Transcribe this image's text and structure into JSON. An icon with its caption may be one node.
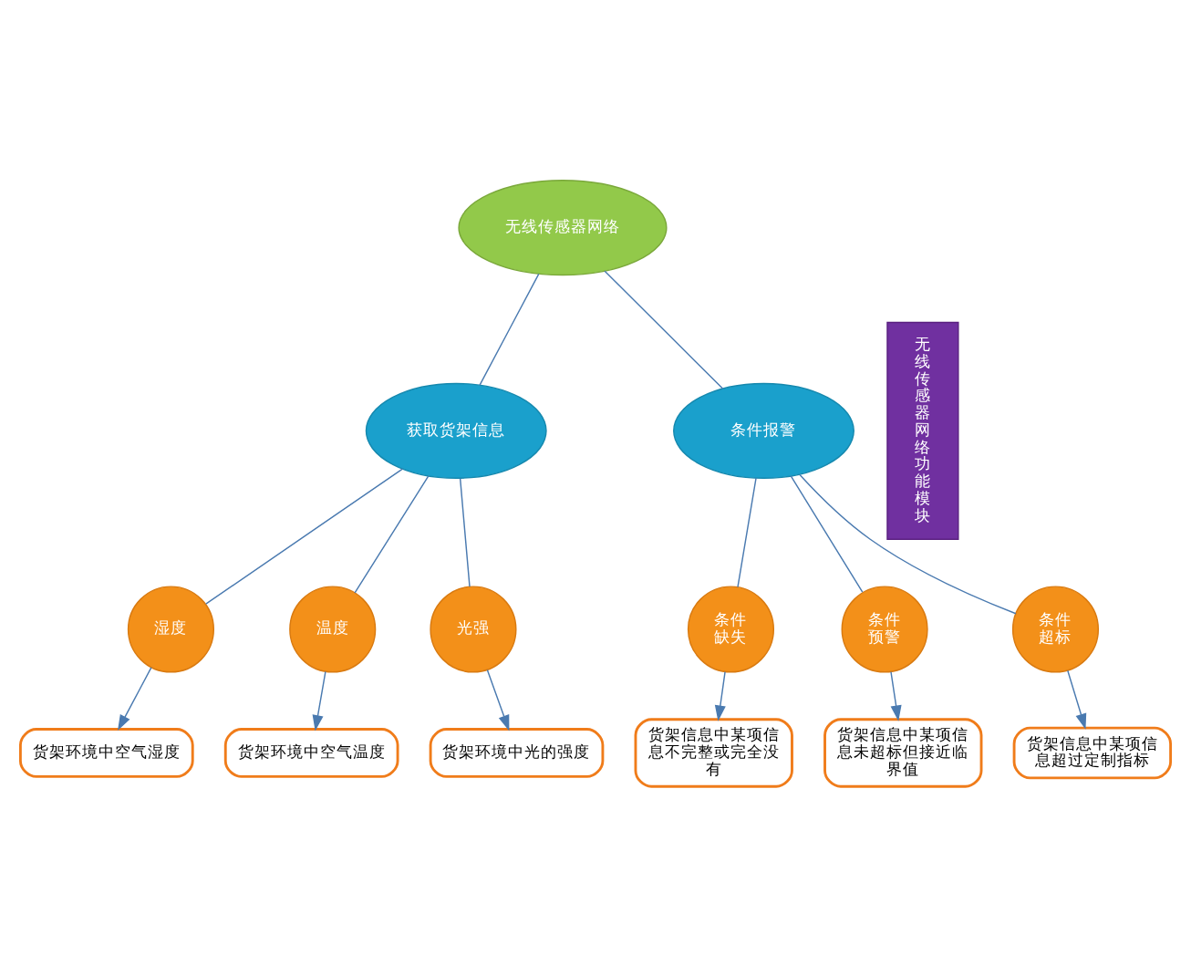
{
  "diagram": {
    "nodes": [
      {
        "text": [
          "无线传感器网络"
        ]
      },
      {
        "text": [
          "获取货架信息"
        ]
      },
      {
        "text": [
          "条件报警"
        ]
      },
      {
        "text": [
          "湿度"
        ]
      },
      {
        "text": [
          "温度"
        ]
      },
      {
        "text": [
          "光强"
        ]
      },
      {
        "text": [
          "条件缺失"
        ]
      },
      {
        "text": [
          "条件预警"
        ]
      },
      {
        "text": [
          "条件超标"
        ]
      },
      {
        "text": [
          "货架环境中空气湿度"
        ]
      },
      {
        "text": [
          "货架环境中空气温度"
        ]
      },
      {
        "text": [
          "货架环境中光的强度"
        ]
      },
      {
        "text": [
          "货架信息中某项信息不完整或完全没有"
        ]
      },
      {
        "text": [
          "货架信息中某项信息超过定制指标"
        ]
      },
      {
        "text": [
          "货架信息中某项信息未超标但接近临界值"
        ]
      },
      {
        "text": [
          "无线传感器网络功能模块"
        ]
      }
    ],
    "edges": [
      {
        "from": 0,
        "to": 1,
        "arrow": "none"
      },
      {
        "from": 0,
        "to": 2,
        "arrow": "none"
      },
      {
        "from": 1,
        "to": 3,
        "arrow": "none"
      },
      {
        "from": 1,
        "to": 4,
        "arrow": "none"
      },
      {
        "from": 1,
        "to": 5,
        "arrow": "none"
      },
      {
        "from": 2,
        "to": 6,
        "arrow": "none"
      },
      {
        "from": 2,
        "to": 7,
        "arrow": "none"
      },
      {
        "from": 2,
        "to": 8,
        "arrow": "none"
      },
      {
        "from": 3,
        "to": 9,
        "arrow": "to"
      },
      {
        "from": 4,
        "to": 10,
        "arrow": "to"
      },
      {
        "from": 5,
        "to": 11,
        "arrow": "to"
      },
      {
        "from": 6,
        "to": 12,
        "arrow": "to"
      },
      {
        "from": 8,
        "to": 13,
        "arrow": "to"
      },
      {
        "from": 7,
        "to": 14,
        "arrow": "to"
      }
    ]
  }
}
